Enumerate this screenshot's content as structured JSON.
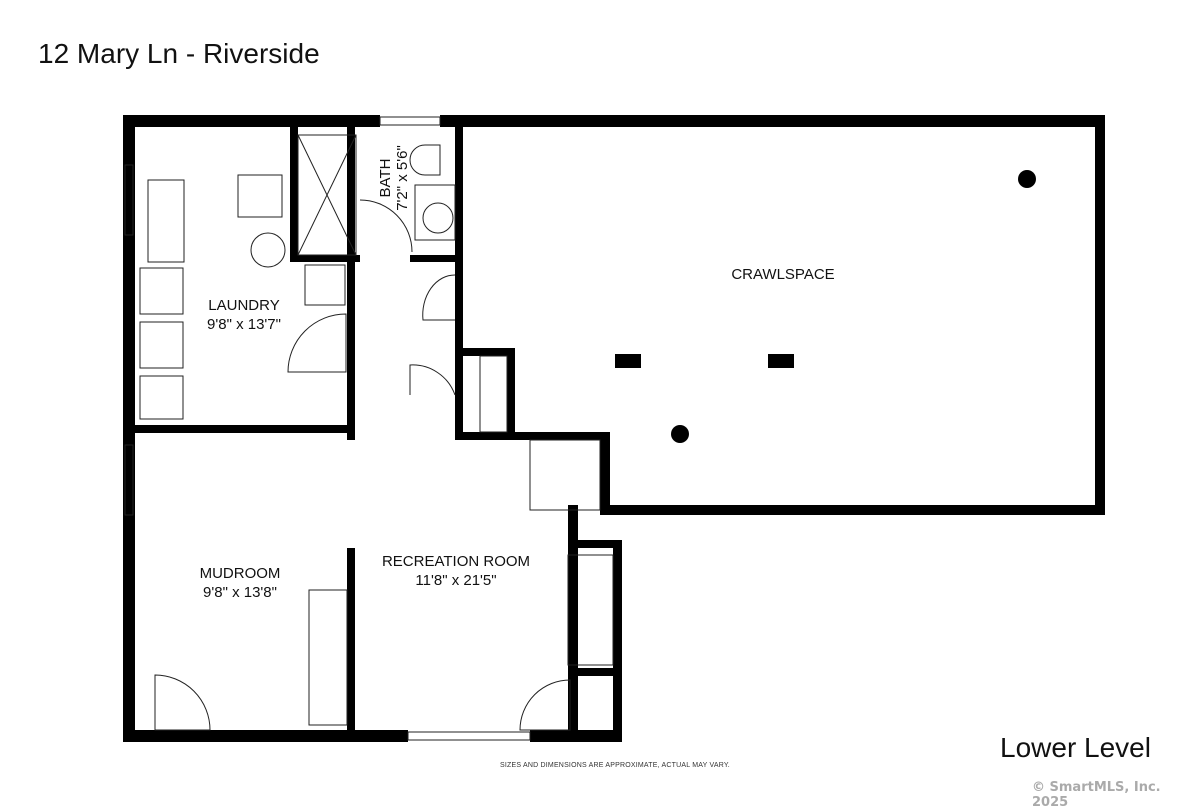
{
  "header": {
    "title": "12 Mary Ln - Riverside"
  },
  "rooms": [
    {
      "name": "LAUNDRY",
      "size": "9'8\" x 13'7\""
    },
    {
      "name": "BATH",
      "size": "7'2\" x 5'6\""
    },
    {
      "name": "CRAWLSPACE",
      "size": ""
    },
    {
      "name": "MUDROOM",
      "size": "9'8\" x 13'8\""
    },
    {
      "name": "RECREATION ROOM",
      "size": "11'8\" x 21'5\""
    }
  ],
  "footer": {
    "level": "Lower Level",
    "disclaimer": "SIZES AND DIMENSIONS ARE APPROXIMATE, ACTUAL MAY VARY.",
    "copyright": "© SmartMLS, Inc.  2025"
  }
}
